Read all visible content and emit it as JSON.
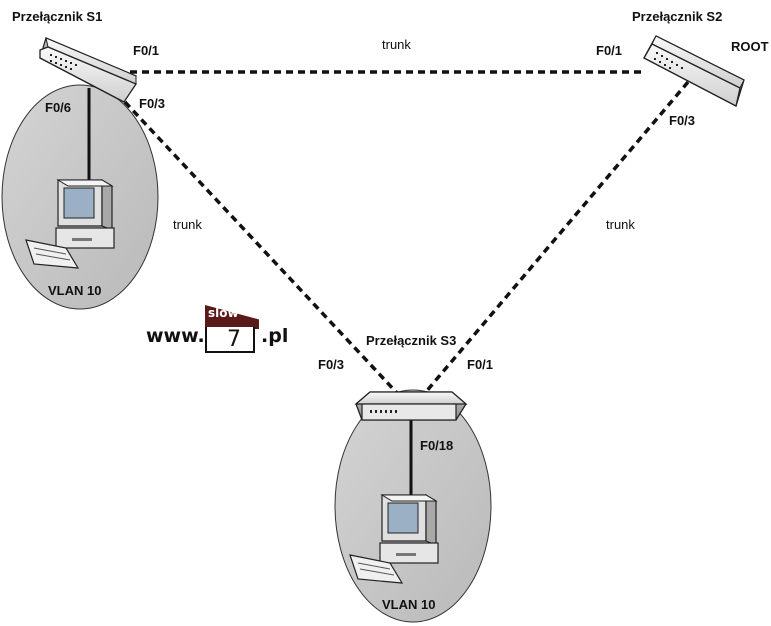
{
  "switches": {
    "s1": {
      "name": "Przełącznik S1"
    },
    "s2": {
      "name": "Przełącznik S2",
      "role": "ROOT"
    },
    "s3": {
      "name": "Przełącznik S3"
    }
  },
  "ports": {
    "s1_to_s2": "F0/1",
    "s1_to_pc": "F0/6",
    "s1_to_s3": "F0/3",
    "s2_to_s1": "F0/1",
    "s2_to_s3": "F0/3",
    "s3_to_s1": "F0/3",
    "s3_to_s2": "F0/1",
    "s3_to_pc": "F0/18"
  },
  "links": {
    "s1_s2": "trunk",
    "s1_s3": "trunk",
    "s2_s3": "trunk"
  },
  "vlans": {
    "pc1": "VLAN 10",
    "pc2": "VLAN 10"
  },
  "logo": {
    "prefix": "www.",
    "tag": "slow",
    "number": "7",
    "suffix": ".pl"
  },
  "colors": {
    "ellipse_fill": "#c8c8c8",
    "link_color": "#111111",
    "switch_fill": "#e6e6e6",
    "logo_brand": "#5a1a1a"
  }
}
